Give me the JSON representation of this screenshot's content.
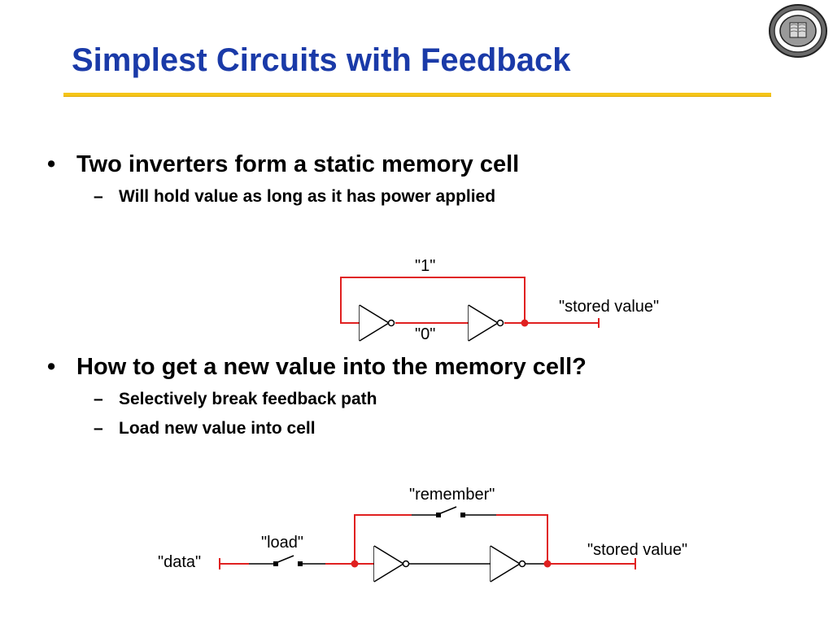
{
  "slide": {
    "title": "Simplest Circuits with Feedback",
    "seal_icon": "university-seal-icon"
  },
  "bullets": [
    {
      "text": "Two inverters form a static memory cell",
      "sub": [
        "Will hold value as long as it has power applied"
      ]
    },
    {
      "text": "How to get a new value into the memory cell?",
      "sub": [
        "Selectively break feedback path",
        "Load new value into cell"
      ]
    }
  ],
  "diagram1": {
    "label_top": "\"1\"",
    "label_middle": "\"0\"",
    "label_output": "\"stored value\""
  },
  "diagram2": {
    "label_remember": "\"remember\"",
    "label_load": "\"load\"",
    "label_data": "\"data\"",
    "label_output": "\"stored value\""
  },
  "colors": {
    "title": "#1a3aa8",
    "rule": "#f5c518",
    "wire": "#e02020",
    "gate": "#000000"
  }
}
